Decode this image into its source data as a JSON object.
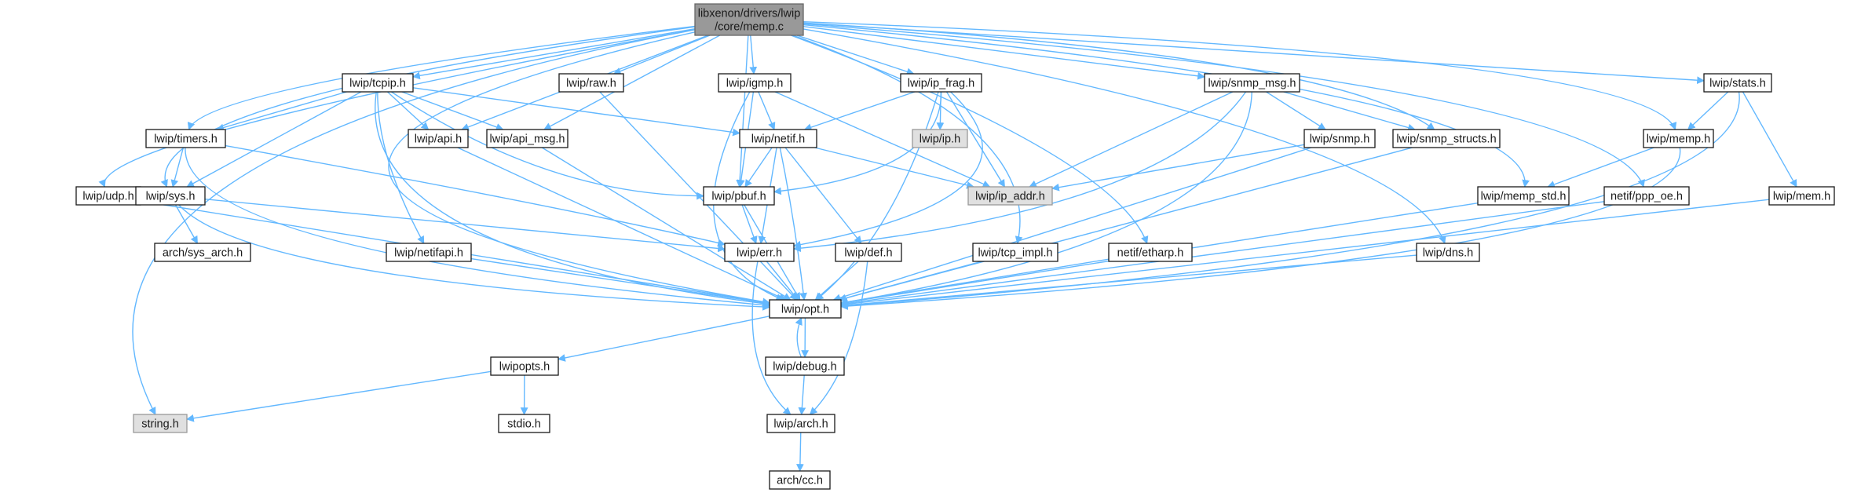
{
  "graph_nodes": [
    {
      "id": "root",
      "lines": [
        "libxenon/drivers/lwip",
        "/core/memp.c"
      ],
      "style": "root",
      "interactive": false
    },
    {
      "id": "tcpip",
      "lines": [
        "lwip/tcpip.h"
      ],
      "style": "normal",
      "interactive": true
    },
    {
      "id": "raw",
      "lines": [
        "lwip/raw.h"
      ],
      "style": "normal",
      "interactive": true
    },
    {
      "id": "igmp",
      "lines": [
        "lwip/igmp.h"
      ],
      "style": "normal",
      "interactive": true
    },
    {
      "id": "ipfrag",
      "lines": [
        "lwip/ip_frag.h"
      ],
      "style": "normal",
      "interactive": true
    },
    {
      "id": "snmpmsg",
      "lines": [
        "lwip/snmp_msg.h"
      ],
      "style": "normal",
      "interactive": true
    },
    {
      "id": "stats",
      "lines": [
        "lwip/stats.h"
      ],
      "style": "normal",
      "interactive": true
    },
    {
      "id": "timers",
      "lines": [
        "lwip/timers.h"
      ],
      "style": "normal",
      "interactive": true
    },
    {
      "id": "api",
      "lines": [
        "lwip/api.h"
      ],
      "style": "normal",
      "interactive": true
    },
    {
      "id": "apimsg",
      "lines": [
        "lwip/api_msg.h"
      ],
      "style": "normal",
      "interactive": true
    },
    {
      "id": "netif",
      "lines": [
        "lwip/netif.h"
      ],
      "style": "normal",
      "interactive": true
    },
    {
      "id": "ip",
      "lines": [
        "lwip/ip.h"
      ],
      "style": "grey",
      "interactive": false
    },
    {
      "id": "snmp",
      "lines": [
        "lwip/snmp.h"
      ],
      "style": "normal",
      "interactive": true
    },
    {
      "id": "snmpstructs",
      "lines": [
        "lwip/snmp_structs.h"
      ],
      "style": "normal",
      "interactive": true
    },
    {
      "id": "memp",
      "lines": [
        "lwip/memp.h"
      ],
      "style": "normal",
      "interactive": true
    },
    {
      "id": "udp",
      "lines": [
        "lwip/udp.h"
      ],
      "style": "normal",
      "interactive": true
    },
    {
      "id": "sys",
      "lines": [
        "lwip/sys.h"
      ],
      "style": "normal",
      "interactive": true
    },
    {
      "id": "pbuf",
      "lines": [
        "lwip/pbuf.h"
      ],
      "style": "normal",
      "interactive": true
    },
    {
      "id": "ipaddr",
      "lines": [
        "lwip/ip_addr.h"
      ],
      "style": "grey",
      "interactive": false
    },
    {
      "id": "mempstd",
      "lines": [
        "lwip/memp_std.h"
      ],
      "style": "normal",
      "interactive": true
    },
    {
      "id": "pppoe",
      "lines": [
        "netif/ppp_oe.h"
      ],
      "style": "normal",
      "interactive": true
    },
    {
      "id": "mem",
      "lines": [
        "lwip/mem.h"
      ],
      "style": "normal",
      "interactive": true
    },
    {
      "id": "sysarch",
      "lines": [
        "arch/sys_arch.h"
      ],
      "style": "normal",
      "interactive": true
    },
    {
      "id": "netifapi",
      "lines": [
        "lwip/netifapi.h"
      ],
      "style": "normal",
      "interactive": true
    },
    {
      "id": "err",
      "lines": [
        "lwip/err.h"
      ],
      "style": "normal",
      "interactive": true
    },
    {
      "id": "def",
      "lines": [
        "lwip/def.h"
      ],
      "style": "normal",
      "interactive": true
    },
    {
      "id": "tcpimpl",
      "lines": [
        "lwip/tcp_impl.h"
      ],
      "style": "normal",
      "interactive": true
    },
    {
      "id": "etharp",
      "lines": [
        "netif/etharp.h"
      ],
      "style": "normal",
      "interactive": true
    },
    {
      "id": "dns",
      "lines": [
        "lwip/dns.h"
      ],
      "style": "normal",
      "interactive": true
    },
    {
      "id": "opt",
      "lines": [
        "lwip/opt.h"
      ],
      "style": "normal",
      "interactive": true
    },
    {
      "id": "lwipopts",
      "lines": [
        "lwipopts.h"
      ],
      "style": "normal",
      "interactive": true
    },
    {
      "id": "debug",
      "lines": [
        "lwip/debug.h"
      ],
      "style": "normal",
      "interactive": true
    },
    {
      "id": "string",
      "lines": [
        "string.h"
      ],
      "style": "grey",
      "interactive": false
    },
    {
      "id": "stdio",
      "lines": [
        "stdio.h"
      ],
      "style": "normal",
      "interactive": true
    },
    {
      "id": "arch",
      "lines": [
        "lwip/arch.h"
      ],
      "style": "normal",
      "interactive": true
    },
    {
      "id": "archcc",
      "lines": [
        "arch/cc.h"
      ],
      "style": "normal",
      "interactive": true
    }
  ],
  "graph_edges": [
    [
      "root",
      "tcpip"
    ],
    [
      "root",
      "raw"
    ],
    [
      "root",
      "igmp"
    ],
    [
      "root",
      "ipfrag"
    ],
    [
      "root",
      "snmpmsg"
    ],
    [
      "root",
      "stats"
    ],
    [
      "root",
      "timers"
    ],
    [
      "root",
      "api"
    ],
    [
      "root",
      "apimsg"
    ],
    [
      "root",
      "udp"
    ],
    [
      "root",
      "sys"
    ],
    [
      "root",
      "pbuf"
    ],
    [
      "root",
      "snmpstructs"
    ],
    [
      "root",
      "memp"
    ],
    [
      "root",
      "mempstd"
    ],
    [
      "root",
      "pppoe"
    ],
    [
      "root",
      "tcpimpl"
    ],
    [
      "root",
      "etharp"
    ],
    [
      "root",
      "dns"
    ],
    [
      "root",
      "opt"
    ],
    [
      "root",
      "string"
    ],
    [
      "tcpip",
      "timers"
    ],
    [
      "tcpip",
      "api"
    ],
    [
      "tcpip",
      "apimsg"
    ],
    [
      "tcpip",
      "netif"
    ],
    [
      "tcpip",
      "sys"
    ],
    [
      "tcpip",
      "pbuf"
    ],
    [
      "tcpip",
      "netifapi"
    ],
    [
      "tcpip",
      "opt"
    ],
    [
      "raw",
      "opt"
    ],
    [
      "igmp",
      "netif"
    ],
    [
      "igmp",
      "pbuf"
    ],
    [
      "igmp",
      "ipaddr"
    ],
    [
      "igmp",
      "opt"
    ],
    [
      "ipfrag",
      "netif"
    ],
    [
      "ipfrag",
      "ip"
    ],
    [
      "ipfrag",
      "ipaddr"
    ],
    [
      "ipfrag",
      "pbuf"
    ],
    [
      "ipfrag",
      "err"
    ],
    [
      "ipfrag",
      "opt"
    ],
    [
      "snmpmsg",
      "snmp"
    ],
    [
      "snmpmsg",
      "snmpstructs"
    ],
    [
      "snmpmsg",
      "ipaddr"
    ],
    [
      "snmpmsg",
      "err"
    ],
    [
      "snmpmsg",
      "opt"
    ],
    [
      "stats",
      "memp"
    ],
    [
      "stats",
      "mem"
    ],
    [
      "stats",
      "opt"
    ],
    [
      "timers",
      "sys"
    ],
    [
      "timers",
      "err"
    ],
    [
      "timers",
      "opt"
    ],
    [
      "api",
      "opt"
    ],
    [
      "apimsg",
      "opt"
    ],
    [
      "netif",
      "pbuf"
    ],
    [
      "netif",
      "err"
    ],
    [
      "netif",
      "ipaddr"
    ],
    [
      "netif",
      "def"
    ],
    [
      "netif",
      "opt"
    ],
    [
      "snmp",
      "ipaddr"
    ],
    [
      "snmp",
      "opt"
    ],
    [
      "snmpstructs",
      "opt"
    ],
    [
      "memp",
      "mempstd"
    ],
    [
      "memp",
      "opt"
    ],
    [
      "udp",
      "opt"
    ],
    [
      "sys",
      "sysarch"
    ],
    [
      "sys",
      "err"
    ],
    [
      "sys",
      "opt"
    ],
    [
      "pbuf",
      "err"
    ],
    [
      "pbuf",
      "opt"
    ],
    [
      "mempstd",
      "opt"
    ],
    [
      "pppoe",
      "opt"
    ],
    [
      "mem",
      "opt"
    ],
    [
      "netifapi",
      "opt"
    ],
    [
      "err",
      "opt"
    ],
    [
      "err",
      "arch"
    ],
    [
      "def",
      "opt"
    ],
    [
      "def",
      "arch"
    ],
    [
      "tcpimpl",
      "opt"
    ],
    [
      "etharp",
      "opt"
    ],
    [
      "dns",
      "opt"
    ],
    [
      "opt",
      "lwipopts"
    ],
    [
      "opt",
      "debug"
    ],
    [
      "debug",
      "opt"
    ],
    [
      "debug",
      "arch"
    ],
    [
      "lwipopts",
      "string"
    ],
    [
      "lwipopts",
      "stdio"
    ],
    [
      "arch",
      "archcc"
    ]
  ]
}
